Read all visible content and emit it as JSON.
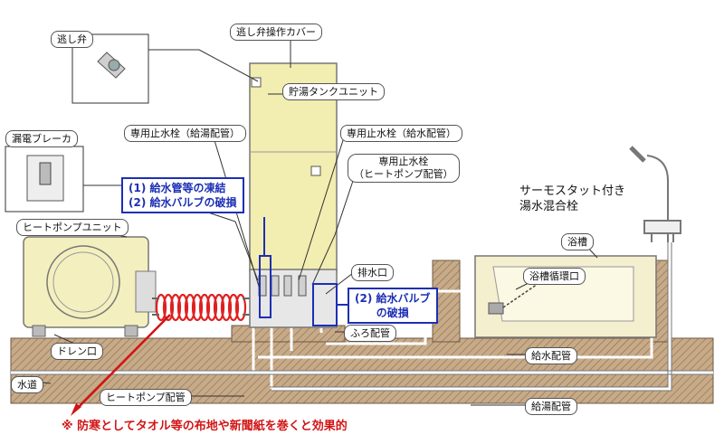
{
  "labels": {
    "relief_valve": "逃し弁",
    "relief_valve_cover": "逃し弁操作カバー",
    "storage_tank_unit": "貯湯タンクユニット",
    "earth_leakage_breaker": "漏電ブレーカ",
    "stop_valve_hot": "専用止水栓（給湯配管）",
    "stop_valve_cold": "専用止水栓（給水配管）",
    "stop_valve_heatpump": "専用止水栓\n（ヒートポンプ配管）",
    "heat_pump_unit": "ヒートポンプユニット",
    "thermostat_mixer": "サーモスタット付き\n湯水混合栓",
    "bathtub": "浴槽",
    "drain_outlet": "排水口",
    "bath_circulation_port": "浴槽循環口",
    "bath_pipe": "ふろ配管",
    "drain_port": "ドレン口",
    "water_supply_pipe": "給水配管",
    "water_main": "水道",
    "heat_pump_pipe": "ヒートポンプ配管",
    "hot_water_pipe": "給湯配管"
  },
  "callouts": {
    "freeze_causes": [
      "(1)  給水管等の凍結",
      "(2)  給水バルブの破損"
    ],
    "valve_damage": [
      "(2)  給水バルブ",
      "の破損"
    ]
  },
  "note": "※ 防寒としてタオル等の布地や新聞紙を巻くと効果的",
  "colors": {
    "tank": "#f2edb0",
    "heat_pump": "#f4efbe",
    "ground": "#c8ab8a",
    "callout_border": "#1d2fb5",
    "note": "#d21414",
    "coil": "#e02020"
  }
}
